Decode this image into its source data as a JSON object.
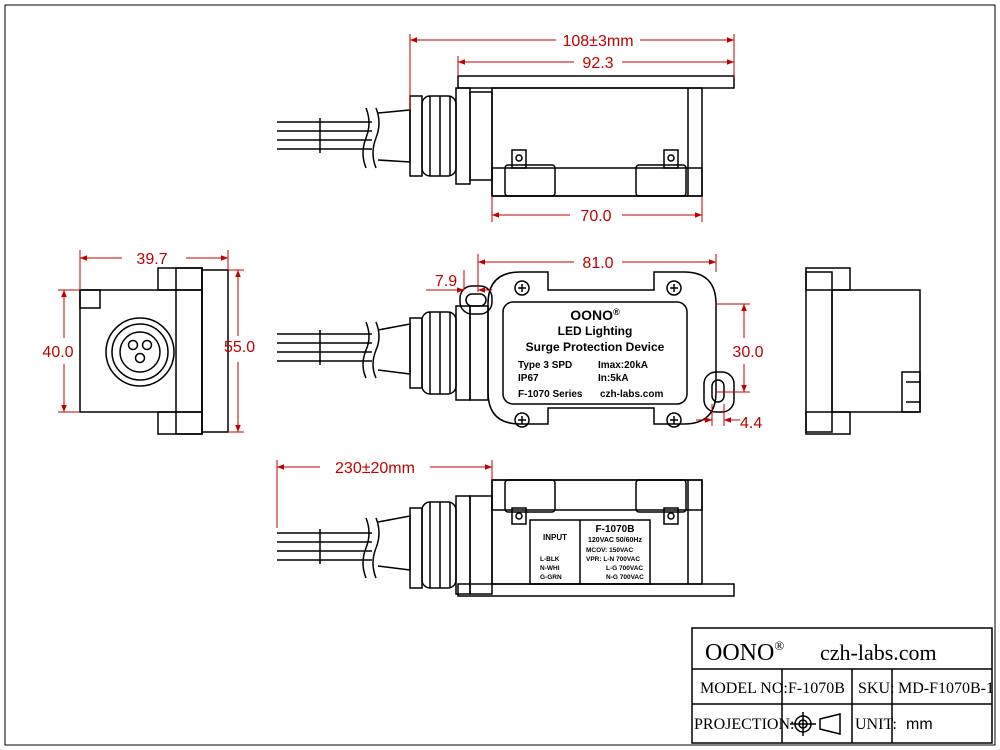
{
  "dimensions": {
    "overall_length": "108±3mm",
    "flange_length": "92.3",
    "base_length": "70.0",
    "side_width": "39.7",
    "side_height_inner": "40.0",
    "side_height_outer": "55.0",
    "top_length": "81.0",
    "tab_offset": "7.9",
    "top_width": "30.0",
    "tab_width": "4.4",
    "cable_length": "230±20mm"
  },
  "top_label": {
    "brand": "OONO",
    "registered": "®",
    "line1": "LED Lighting",
    "line2": "Surge Protection Device",
    "type": "Type 3 SPD",
    "imax": "Imax:20kA",
    "ip": "IP67",
    "in": "In:5kA",
    "series": "F-1070 Series",
    "web": "czh-labs.com"
  },
  "front_label": {
    "input": "INPUT",
    "model": "F-1070B",
    "rating": "120VAC 50/60Hz",
    "mcov": "MCOV: 150VAC",
    "vpr1": "VPR: L-N 700VAC",
    "vpr2": "L-G 700VAC",
    "vpr3": "N-G 700VAC",
    "wire1": "L-BLK",
    "wire2": "N-WHI",
    "wire3": "G-GRN"
  },
  "title_block": {
    "brand": "OONO",
    "registered": "®",
    "website": "czh-labs.com",
    "model_label": "MODEL NO:",
    "model_value": "F-1070B",
    "sku_label": "SKU:",
    "sku_value": "MD-F1070B-1",
    "projection_label": "PROJECTION:",
    "unit_label": "UNIT:",
    "unit_value": "mm"
  },
  "colors": {
    "dimension": "#c00000",
    "line": "#000000"
  }
}
